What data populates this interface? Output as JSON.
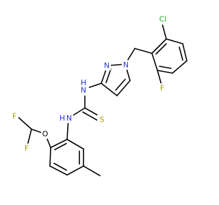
{
  "colors": {
    "background": "#ffffff",
    "bond": "#000000",
    "N": "#2a34e0",
    "S": "#b59a00",
    "Cl": "#2ea82e",
    "F": "#a0a000"
  },
  "atoms": {
    "Cl": "Cl",
    "F_aryl": "F",
    "N_pyrazole_1": "N",
    "N_pyrazole_2": "N",
    "NH_upper": "H",
    "N_upper": "N",
    "S": "S",
    "NH_lower": "H",
    "N_lower": "N",
    "O": "O",
    "F_left": "F",
    "F_lower": "F"
  }
}
